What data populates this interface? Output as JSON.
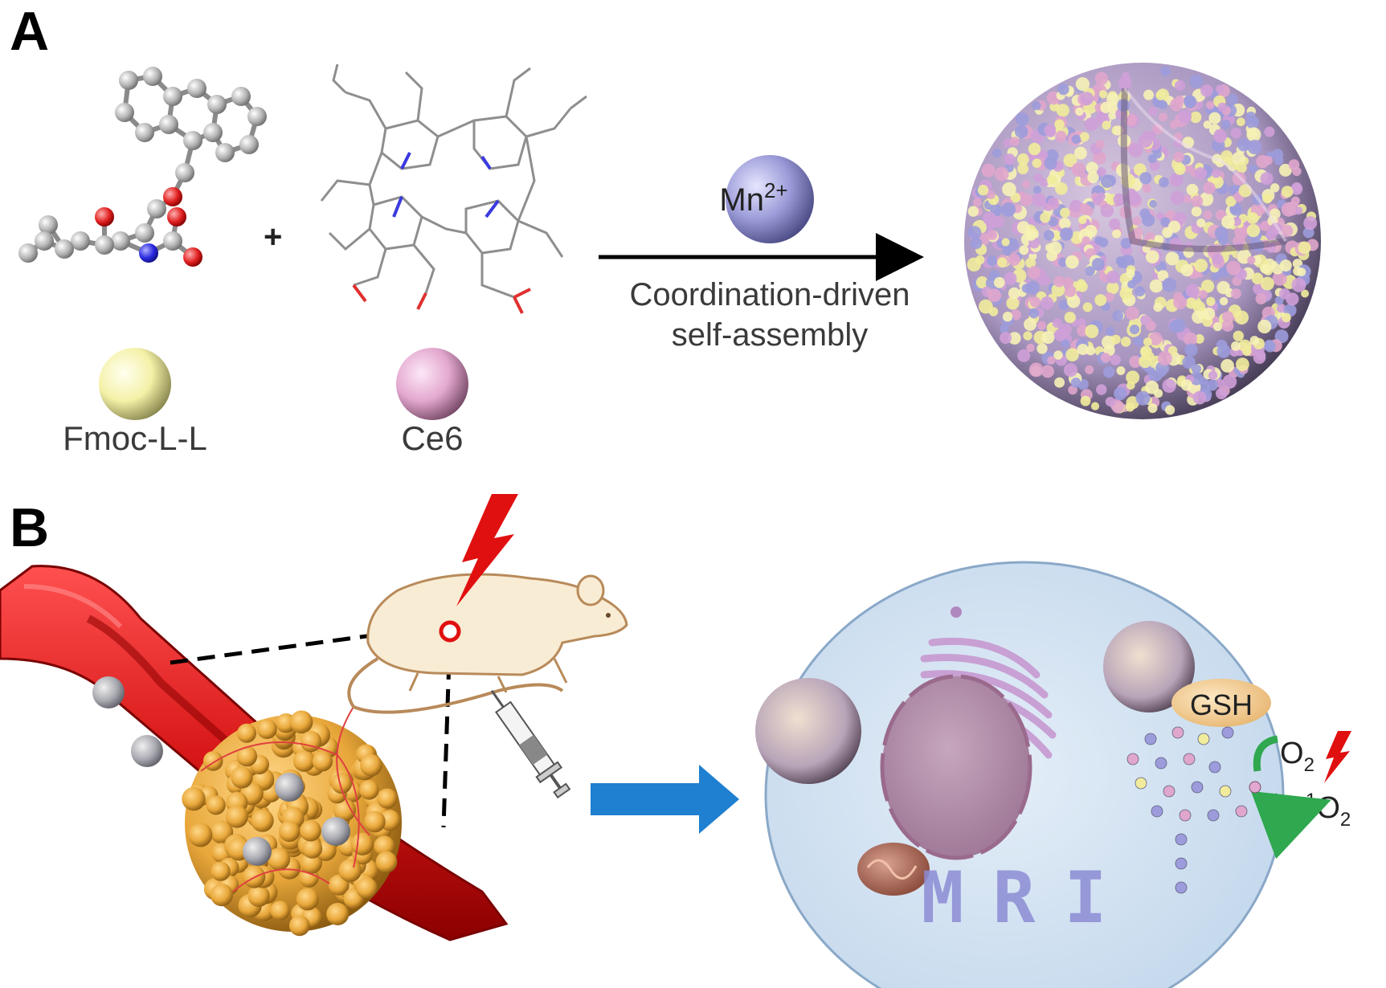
{
  "panels": {
    "a": {
      "letter": "A",
      "plus": "+",
      "ion_base": "Mn",
      "ion_charge": "2+",
      "process_line1": "Coordination-driven",
      "process_line2": "self-assembly",
      "component1": "Fmoc-L-L",
      "component2": "Ce6"
    },
    "b": {
      "letter": "B",
      "gsh": "GSH",
      "o2_base": "O",
      "o2_sub": "2",
      "singlet_sup": "1",
      "singlet_base": "O",
      "singlet_sub": "2",
      "mri": "MRI"
    }
  },
  "colors": {
    "fmoc_sphere": "#f4f1a8",
    "ce6_sphere": "#e3a8cf",
    "mn_sphere": "#9a9ad8",
    "arrow_blue": "#1f7fd0",
    "vessel_red": "#d91a1a",
    "nanoparticle_orange": "#e8a73a",
    "cell_fill": "#d6e6f4",
    "green_cycle": "#2fa84f",
    "lightning_red": "#e01010"
  },
  "icons": {
    "lightning": "lightning-bolt-icon",
    "syringe": "syringe-icon",
    "mouse": "mouse-icon"
  }
}
